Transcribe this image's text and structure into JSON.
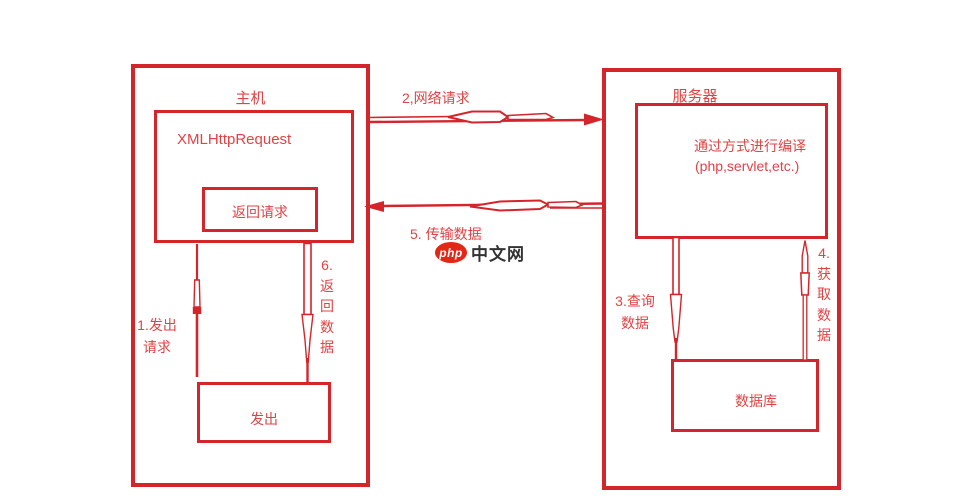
{
  "host": {
    "title": "主机",
    "xhr": "XMLHttpRequest",
    "return_request": "返回请求",
    "send": "发出"
  },
  "server": {
    "title": "服务器",
    "compile_method": "通过方式进行编译",
    "compile_langs": "(php,servlet,etc.)",
    "database": "数据库"
  },
  "flow": {
    "step1": "1.发出\n请求",
    "step2": "2,网络请求",
    "step3": "3.查询\n数据",
    "step4": "4.\n获\n取\n数\n据",
    "step5": "5. 传输数据",
    "step6": "6.\n返\n回\n数\n据"
  },
  "watermark": {
    "logo": "php",
    "site": "中文网"
  },
  "colors": {
    "line_red": "#d4252b",
    "text_red": "#e04345",
    "logo_red": "#e42615",
    "logo_text_dark": "#333333"
  }
}
